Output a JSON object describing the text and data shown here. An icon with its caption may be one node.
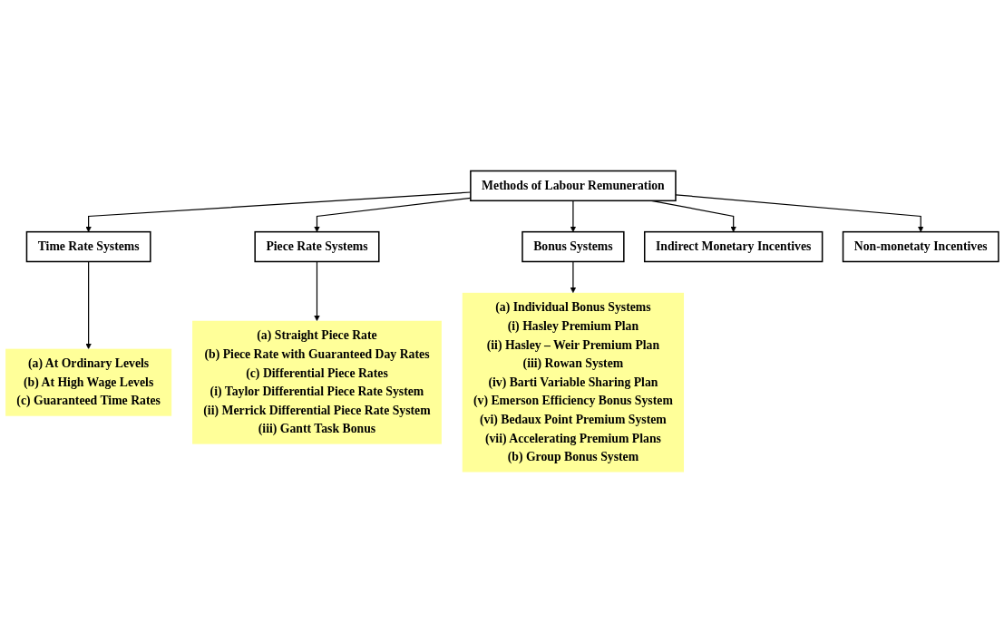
{
  "diagram": {
    "nodes": [
      {
        "text": [
          "Methods of Labour Remuneration"
        ]
      },
      {
        "text": [
          "Time Rate Systems"
        ]
      },
      {
        "text": [
          "Piece Rate Systems"
        ]
      },
      {
        "text": [
          "Bonus Systems"
        ]
      },
      {
        "text": [
          "Indirect Monetary Incentives"
        ]
      },
      {
        "text": [
          "Non-monetaty Incentives"
        ]
      },
      {
        "text": [
          "(a) At Ordinary Levels",
          "(b) At High Wage Levels",
          "(c) Guaranteed Time Rates"
        ]
      },
      {
        "text": [
          "(a) Straight Piece Rate",
          "(b) Piece Rate with Guaranteed Day Rates",
          "(c) Differential Piece Rates",
          "(i) Taylor Differential Piece Rate System",
          "(ii) Merrick Differential Piece Rate System",
          "(iii) Gantt Task Bonus"
        ]
      },
      {
        "text": [
          "(a) Individual Bonus Systems",
          "(i) Hasley Premium Plan",
          "(ii) Hasley – Weir Premium Plan",
          "(iii) Rowan System",
          "(iv) Barti Variable Sharing Plan",
          "(v) Emerson Efficiency Bonus System",
          "(vi) Bedaux Point Premium System",
          "(vii) Accelerating Premium Plans",
          "(b) Group Bonus System"
        ]
      }
    ],
    "edges": [
      {
        "from": 0,
        "to": 1,
        "arrow": "to"
      },
      {
        "from": 0,
        "to": 2,
        "arrow": "to"
      },
      {
        "from": 0,
        "to": 3,
        "arrow": "to"
      },
      {
        "from": 0,
        "to": 4,
        "arrow": "to"
      },
      {
        "from": 0,
        "to": 5,
        "arrow": "to"
      },
      {
        "from": 1,
        "to": 6,
        "arrow": "to"
      },
      {
        "from": 2,
        "to": 7,
        "arrow": "to"
      },
      {
        "from": 3,
        "to": 8,
        "arrow": "to"
      }
    ]
  }
}
